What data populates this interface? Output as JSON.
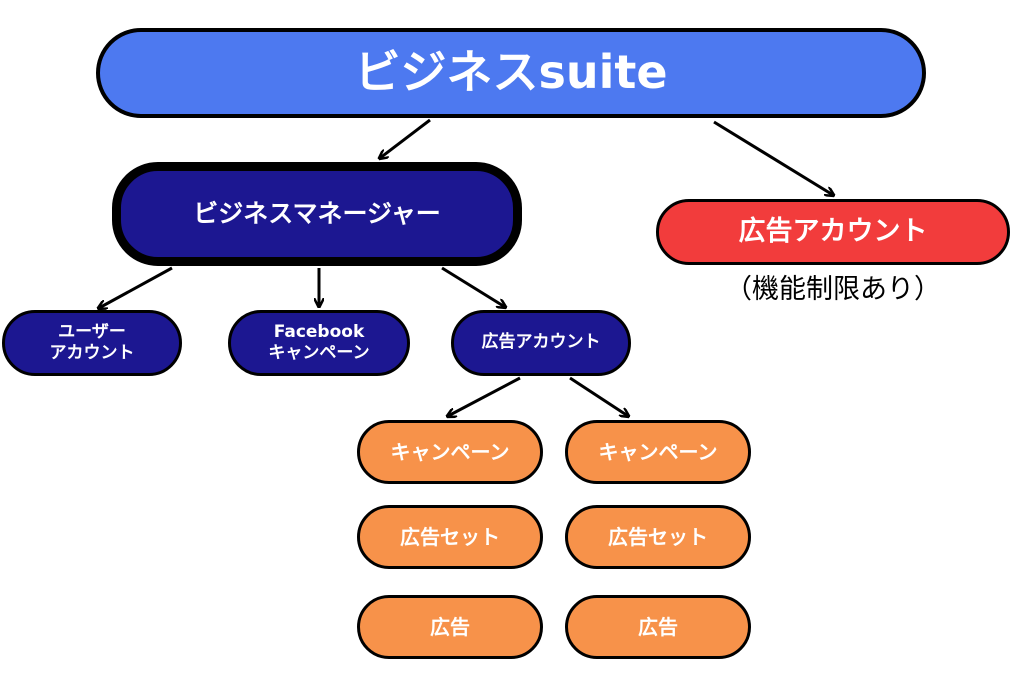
{
  "root": {
    "label": "ビジネスsuite"
  },
  "business_manager": {
    "label": "ビジネスマネージャー"
  },
  "ad_account_right": {
    "label": "広告アカウント",
    "note": "（機能制限あり）"
  },
  "children": {
    "user_account": {
      "label": "ユーザー\nアカウント"
    },
    "facebook_campaign": {
      "label": "Facebook\nキャンペーン"
    },
    "ad_account": {
      "label": "広告アカウント"
    }
  },
  "ad_hierarchy": {
    "left": {
      "campaign": "キャンペーン",
      "ad_set": "広告セット",
      "ad": "広告"
    },
    "right": {
      "campaign": "キャンペーン",
      "ad_set": "広告セット",
      "ad": "広告"
    }
  },
  "colors": {
    "root": "#4d79f0",
    "business_manager": "#1c1791",
    "ad_account_right": "#f23c3c",
    "ad_levels": "#f7924a",
    "arrows": "#000000"
  }
}
